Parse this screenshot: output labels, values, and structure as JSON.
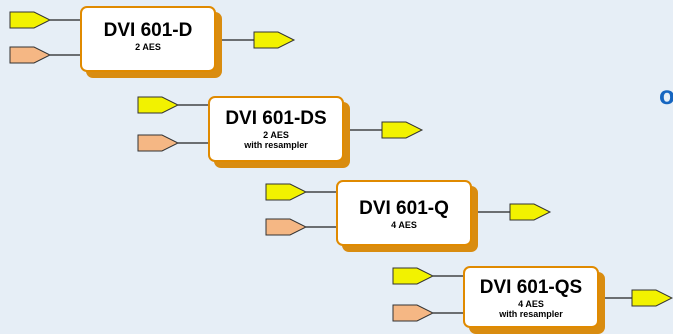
{
  "partial_text": "o",
  "colors": {
    "background": "#e6eef6",
    "yellow_connector": "#f2f200",
    "peach_connector": "#f5b784",
    "box_border": "#e08a00",
    "box_shadow": "#d98c10"
  },
  "modules": [
    {
      "title": "DVI 601-D",
      "line1": "2 AES",
      "line2": ""
    },
    {
      "title": "DVI 601-DS",
      "line1": "2 AES",
      "line2": "with resampler"
    },
    {
      "title": "DVI 601-Q",
      "line1": "4 AES",
      "line2": ""
    },
    {
      "title": "DVI 601-QS",
      "line1": "4 AES",
      "line2": "with resampler"
    }
  ]
}
